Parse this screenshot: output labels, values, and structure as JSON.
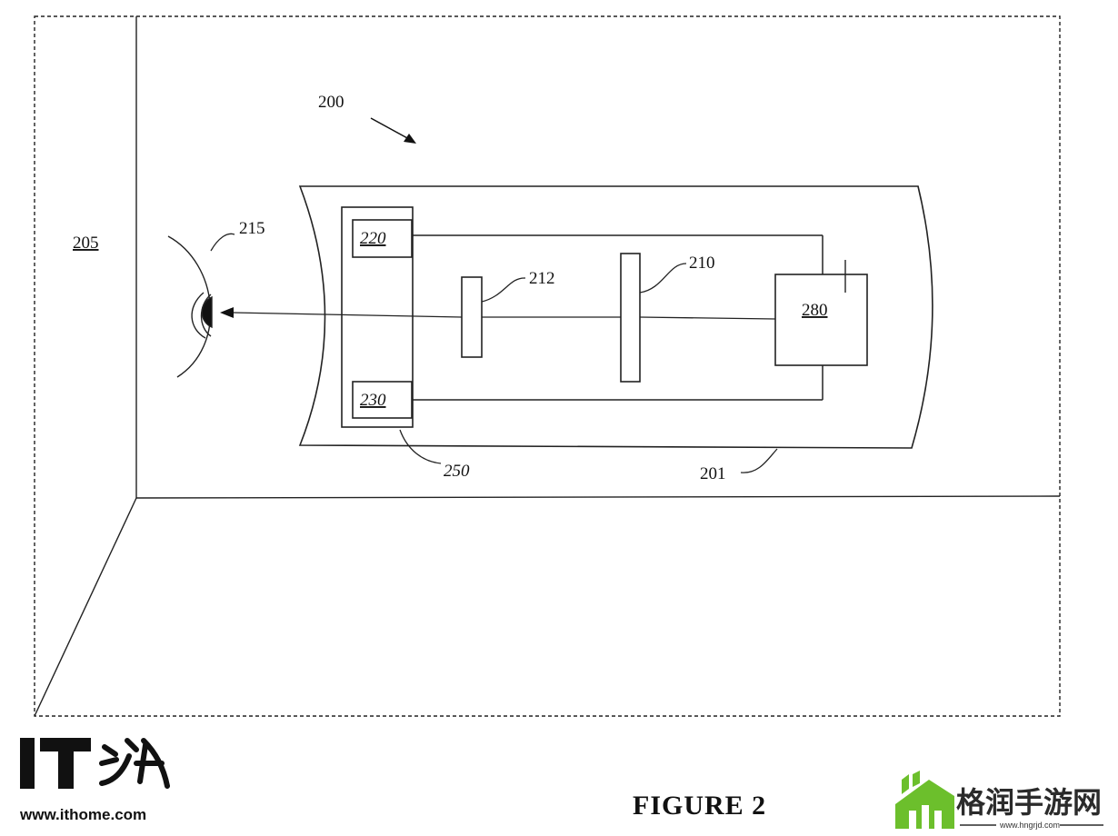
{
  "labels": {
    "system": "200",
    "environment": "205",
    "eye": "215",
    "display_a": "220",
    "display_b": "230",
    "element_212": "212",
    "element_210": "210",
    "module": "280",
    "frame": "250",
    "housing": "201"
  },
  "caption": "FIGURE 2",
  "watermark_left": {
    "logo_text": "IT之家",
    "url": "www.ithome.com"
  },
  "watermark_right": {
    "name": "格润手游网",
    "url": "www.hngrjd.com"
  },
  "colors": {
    "ink": "#111111",
    "watermark_green": "#6cbf2c",
    "watermark_dark": "#2b2b2b"
  }
}
